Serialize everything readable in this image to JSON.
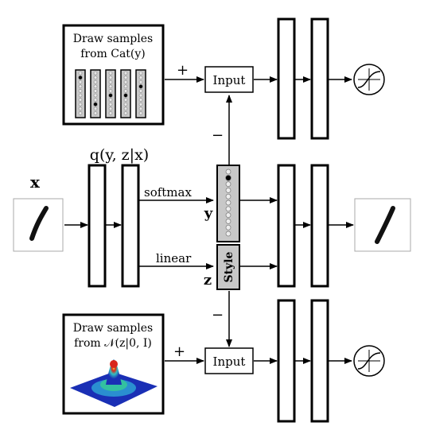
{
  "top_box": {
    "line1": "Draw samples",
    "line2": "from Cat(y)"
  },
  "bottom_box": {
    "line1": "Draw samples",
    "line2": "from 𝒩(z|0, I)"
  },
  "encoder_label": "q(y, z|x)",
  "input_label": "x",
  "softmax_label": "softmax",
  "linear_label": "linear",
  "y_label": "y",
  "z_label": "z",
  "style_label": "Style",
  "top_input": "Input",
  "bottom_input": "Input",
  "plus_top": "+",
  "plus_bottom": "+",
  "minus_top": "−",
  "minus_bottom": "−",
  "colors": {
    "stroke": "#000000",
    "latent_fill": "#c8c8c8",
    "gaussian_peak": "#d9261c",
    "gaussian_base": "#1a2fb5"
  }
}
